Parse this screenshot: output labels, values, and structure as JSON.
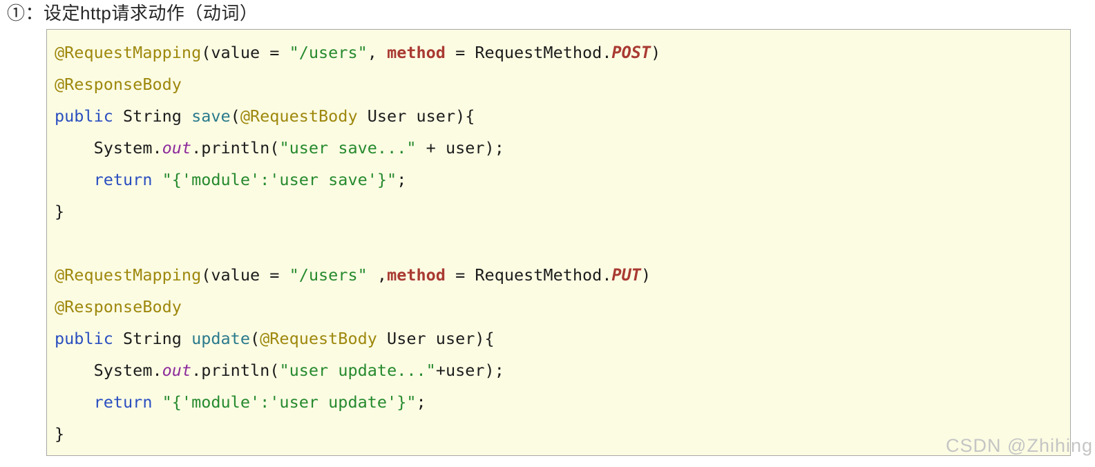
{
  "page": {
    "title": "①：设定http请求动作（动词）",
    "watermark": "CSDN @Zhihing",
    "background": "#ffffff"
  },
  "code_block": {
    "language": "java",
    "background": "#fcfce3",
    "border": "#a6a6a6",
    "token_colors": {
      "plain": "#1c1c1c",
      "annotation": "#9e880d",
      "keyword": "#2b4fc0",
      "string": "#268a2e",
      "named_param": "#a93a32",
      "constant": "#a93a32",
      "method_name": "#2a7a8c",
      "field": "#8d2b9c"
    },
    "lines": [
      [
        {
          "c": "ann",
          "s": "@RequestMapping"
        },
        {
          "c": "plain",
          "s": "(value = "
        },
        {
          "c": "str",
          "s": "\"/users\""
        },
        {
          "c": "plain",
          "s": ", "
        },
        {
          "c": "param",
          "s": "method"
        },
        {
          "c": "plain",
          "s": " = RequestMethod."
        },
        {
          "c": "const",
          "s": "POST"
        },
        {
          "c": "plain",
          "s": ")"
        }
      ],
      [
        {
          "c": "ann",
          "s": "@ResponseBody"
        }
      ],
      [
        {
          "c": "kw",
          "s": "public"
        },
        {
          "c": "plain",
          "s": " String "
        },
        {
          "c": "method",
          "s": "save"
        },
        {
          "c": "plain",
          "s": "("
        },
        {
          "c": "ann",
          "s": "@RequestBody"
        },
        {
          "c": "plain",
          "s": " User user){"
        }
      ],
      [
        {
          "c": "plain",
          "s": "    System."
        },
        {
          "c": "field",
          "s": "out"
        },
        {
          "c": "plain",
          "s": ".println("
        },
        {
          "c": "str",
          "s": "\"user save...\""
        },
        {
          "c": "plain",
          "s": " + user);"
        }
      ],
      [
        {
          "c": "plain",
          "s": "    "
        },
        {
          "c": "kw",
          "s": "return"
        },
        {
          "c": "plain",
          "s": " "
        },
        {
          "c": "str",
          "s": "\"{'module':'user save'}\""
        },
        {
          "c": "plain",
          "s": ";"
        }
      ],
      [
        {
          "c": "plain",
          "s": "}"
        }
      ],
      [],
      [
        {
          "c": "ann",
          "s": "@RequestMapping"
        },
        {
          "c": "plain",
          "s": "(value = "
        },
        {
          "c": "str",
          "s": "\"/users\""
        },
        {
          "c": "plain",
          "s": " ,"
        },
        {
          "c": "param",
          "s": "method"
        },
        {
          "c": "plain",
          "s": " = RequestMethod."
        },
        {
          "c": "const",
          "s": "PUT"
        },
        {
          "c": "plain",
          "s": ")"
        }
      ],
      [
        {
          "c": "ann",
          "s": "@ResponseBody"
        }
      ],
      [
        {
          "c": "kw",
          "s": "public"
        },
        {
          "c": "plain",
          "s": " String "
        },
        {
          "c": "method",
          "s": "update"
        },
        {
          "c": "plain",
          "s": "("
        },
        {
          "c": "ann",
          "s": "@RequestBody"
        },
        {
          "c": "plain",
          "s": " User user){"
        }
      ],
      [
        {
          "c": "plain",
          "s": "    System."
        },
        {
          "c": "field",
          "s": "out"
        },
        {
          "c": "plain",
          "s": ".println("
        },
        {
          "c": "str",
          "s": "\"user update...\""
        },
        {
          "c": "plain",
          "s": "+user);"
        }
      ],
      [
        {
          "c": "plain",
          "s": "    "
        },
        {
          "c": "kw",
          "s": "return"
        },
        {
          "c": "plain",
          "s": " "
        },
        {
          "c": "str",
          "s": "\"{'module':'user update'}\""
        },
        {
          "c": "plain",
          "s": ";"
        }
      ],
      [
        {
          "c": "plain",
          "s": "}"
        }
      ]
    ]
  }
}
